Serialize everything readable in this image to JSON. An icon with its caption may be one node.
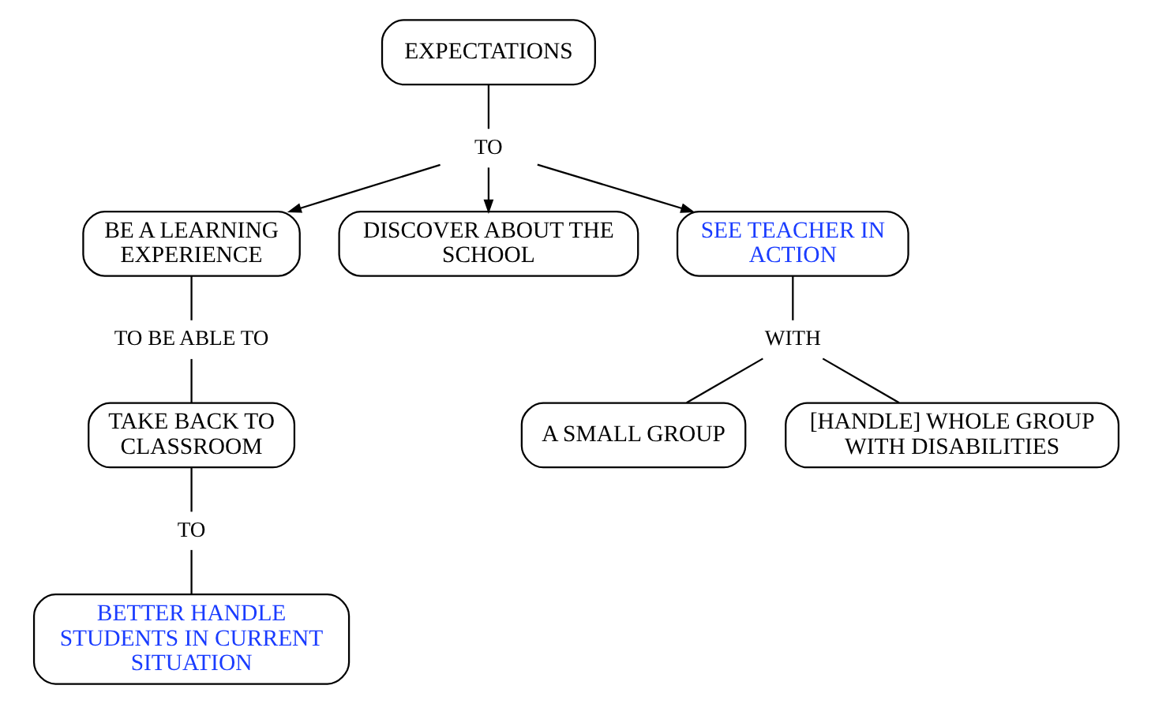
{
  "diagram": {
    "nodes": [
      {
        "text": [
          "EXPECTATIONS"
        ]
      },
      {
        "text": [
          "TO"
        ]
      },
      {
        "text": [
          "BE A LEARNING EXPERIENCE"
        ]
      },
      {
        "text": [
          "DISCOVER ABOUT THE SCHOOL"
        ]
      },
      {
        "text": [
          "SEE TEACHER IN ACTION"
        ]
      },
      {
        "text": [
          "TO BE ABLE TO"
        ]
      },
      {
        "text": [
          "TAKE BACK TO CLASSROOM"
        ]
      },
      {
        "text": [
          "TO"
        ]
      },
      {
        "text": [
          "BETTER HANDLE STUDENTS IN CURRENT SITUATION"
        ]
      },
      {
        "text": [
          "WITH"
        ]
      },
      {
        "text": [
          "A SMALL GROUP"
        ]
      },
      {
        "text": [
          "[HANDLE] WHOLE GROUP WITH DISABILITIES"
        ]
      }
    ],
    "edges": [
      {
        "from": 0,
        "to": 1,
        "arrow": "none"
      },
      {
        "from": 1,
        "to": 2,
        "arrow": "to"
      },
      {
        "from": 1,
        "to": 3,
        "arrow": "to"
      },
      {
        "from": 1,
        "to": 4,
        "arrow": "to"
      },
      {
        "from": 2,
        "to": 5,
        "arrow": "none"
      },
      {
        "from": 5,
        "to": 6,
        "arrow": "none"
      },
      {
        "from": 6,
        "to": 7,
        "arrow": "none"
      },
      {
        "from": 7,
        "to": 8,
        "arrow": "none"
      },
      {
        "from": 4,
        "to": 9,
        "arrow": "none"
      },
      {
        "from": 9,
        "to": 10,
        "arrow": "none"
      },
      {
        "from": 9,
        "to": 11,
        "arrow": "none"
      }
    ]
  }
}
